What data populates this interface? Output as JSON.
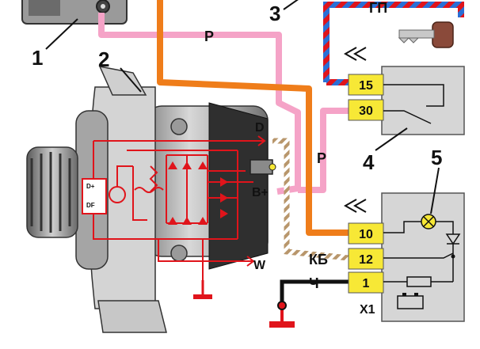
{
  "callouts": {
    "c1": "1",
    "c2": "2",
    "c3": "3",
    "c4": "4",
    "c5": "5"
  },
  "wires": {
    "pink": "Р",
    "pink2": "Р",
    "gp": "ГП",
    "kb": "КБ",
    "ch": "Ч"
  },
  "generator": {
    "term_d": "D",
    "term_bplus": "B+",
    "term_w": "W",
    "reg_dplus": "D+",
    "reg_df": "DF"
  },
  "relay": {
    "pin15": "15",
    "pin30": "30"
  },
  "panel": {
    "pin10": "10",
    "pin12": "12",
    "pin1": "1",
    "connector": "X1"
  },
  "colors": {
    "pink": "#f5a3c7",
    "orange": "#ef7d1a",
    "red": "#e0141b",
    "yellow": "#f7e836",
    "blue": "#2a6fd6",
    "box": "#d6d6d6"
  }
}
